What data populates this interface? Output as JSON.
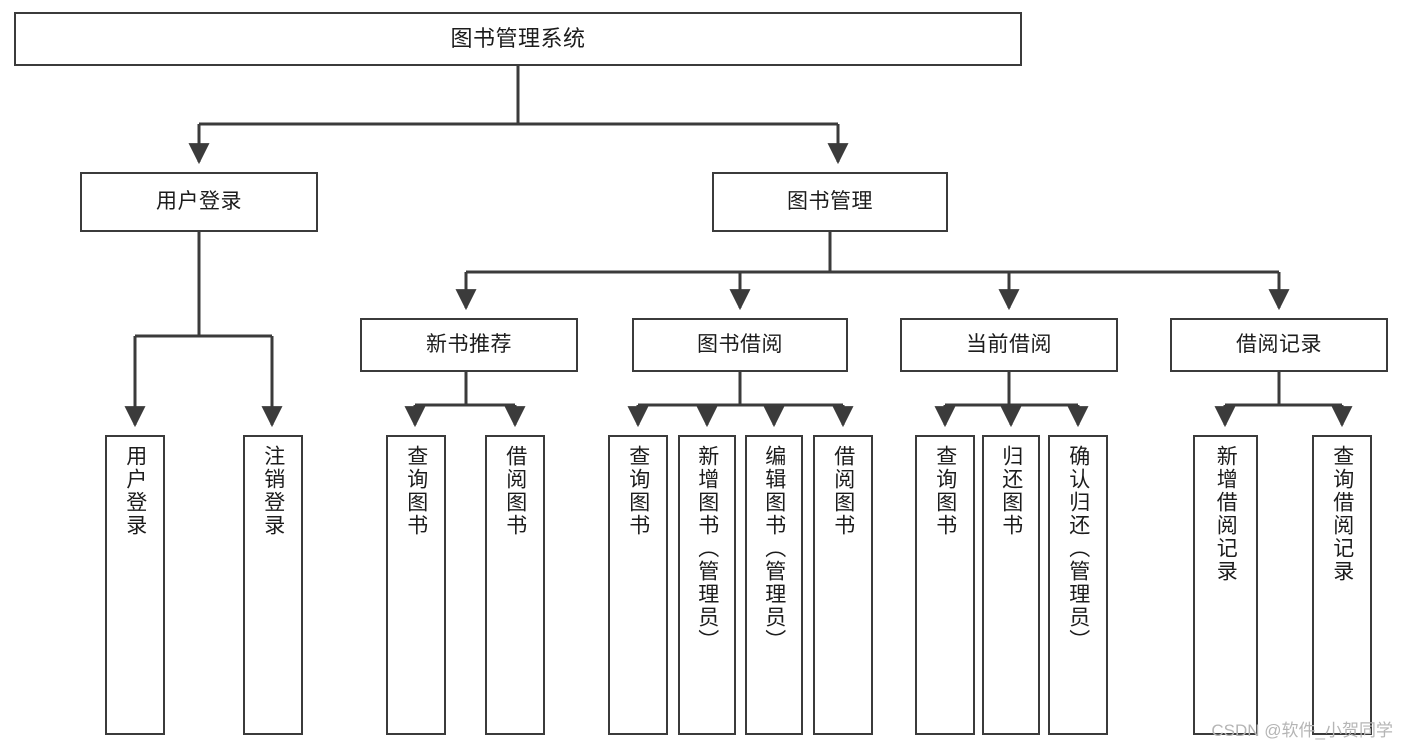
{
  "diagram": {
    "title": "图书管理系统",
    "type": "hierarchy-tree",
    "colors": {
      "background": "#ffffff",
      "border": "#3b3b3b",
      "text": "#1c1c1c",
      "connector": "#3b3b3b",
      "watermark": "#b5b5b5"
    },
    "levels": {
      "root": {
        "label": "图书管理系统"
      },
      "level2": [
        {
          "label": "用户登录"
        },
        {
          "label": "图书管理"
        }
      ],
      "level3": [
        {
          "label": "新书推荐"
        },
        {
          "label": "图书借阅"
        },
        {
          "label": "当前借阅"
        },
        {
          "label": "借阅记录"
        }
      ],
      "leaves": {
        "user_login": [
          {
            "label": "用户登录"
          },
          {
            "label": "注销登录"
          }
        ],
        "new_book_recommend": [
          {
            "label": "查询图书"
          },
          {
            "label": "借阅图书"
          }
        ],
        "book_borrow": [
          {
            "label": "查询图书"
          },
          {
            "label": "新增图书（管理员）"
          },
          {
            "label": "编辑图书（管理员）"
          },
          {
            "label": "借阅图书"
          }
        ],
        "current_borrow": [
          {
            "label": "查询图书"
          },
          {
            "label": "归还图书"
          },
          {
            "label": "确认归还（管理员）"
          }
        ],
        "borrow_record": [
          {
            "label": "新增借阅记录"
          },
          {
            "label": "查询借阅记录"
          }
        ]
      }
    }
  },
  "watermark": {
    "text": "CSDN @软件_小贺同学"
  }
}
